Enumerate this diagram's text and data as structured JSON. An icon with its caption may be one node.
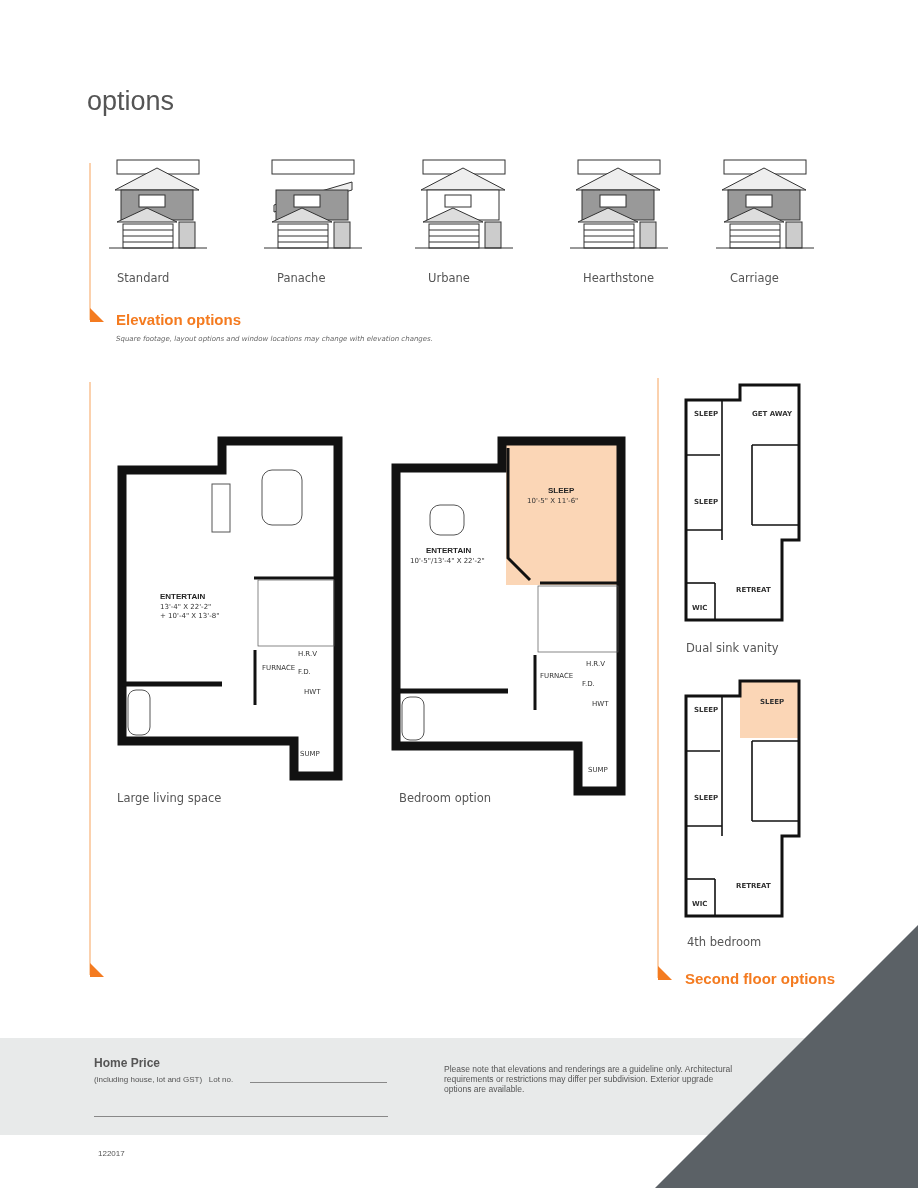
{
  "diagram": {
    "title": "options",
    "labels": [
      "Standard",
      "Panache",
      "Urbane",
      "Hearthstone",
      "Carriage",
      "Elevation options",
      "Square footage, layout options and window locations may change with elevation changes.",
      "ENTERTAIN",
      "13'-4\" X 22'-2\"",
      "+ 10'-4\" X 13'-8\"",
      "FURNACE",
      "H.R.V",
      "F.D.",
      "HWT",
      "SUMP",
      "SLEEP",
      "10'-5\" X 11'-6\"",
      "ENTERTAIN",
      "10'-5\"/13'-4\" X 22'-2\"",
      "FURNACE",
      "H.R.V",
      "F.D.",
      "HWT",
      "SUMP",
      "Large living space",
      "Bedroom option",
      "Dual sink vanity",
      "SLEEP",
      "GET AWAY",
      "SLEEP",
      "RETREAT",
      "WIC",
      "SLEEP",
      "SLEEP",
      "SLEEP",
      "RETREAT",
      "WIC",
      "4th bedroom",
      "Second floor options",
      "Home Price",
      "(including house, lot and GST)   Lot no.",
      "Please note that elevations and renderings are a guideline only. Architectural requirements or restrictions may differ per subdivision. Exterior upgrade options are available.",
      "122017"
    ]
  }
}
